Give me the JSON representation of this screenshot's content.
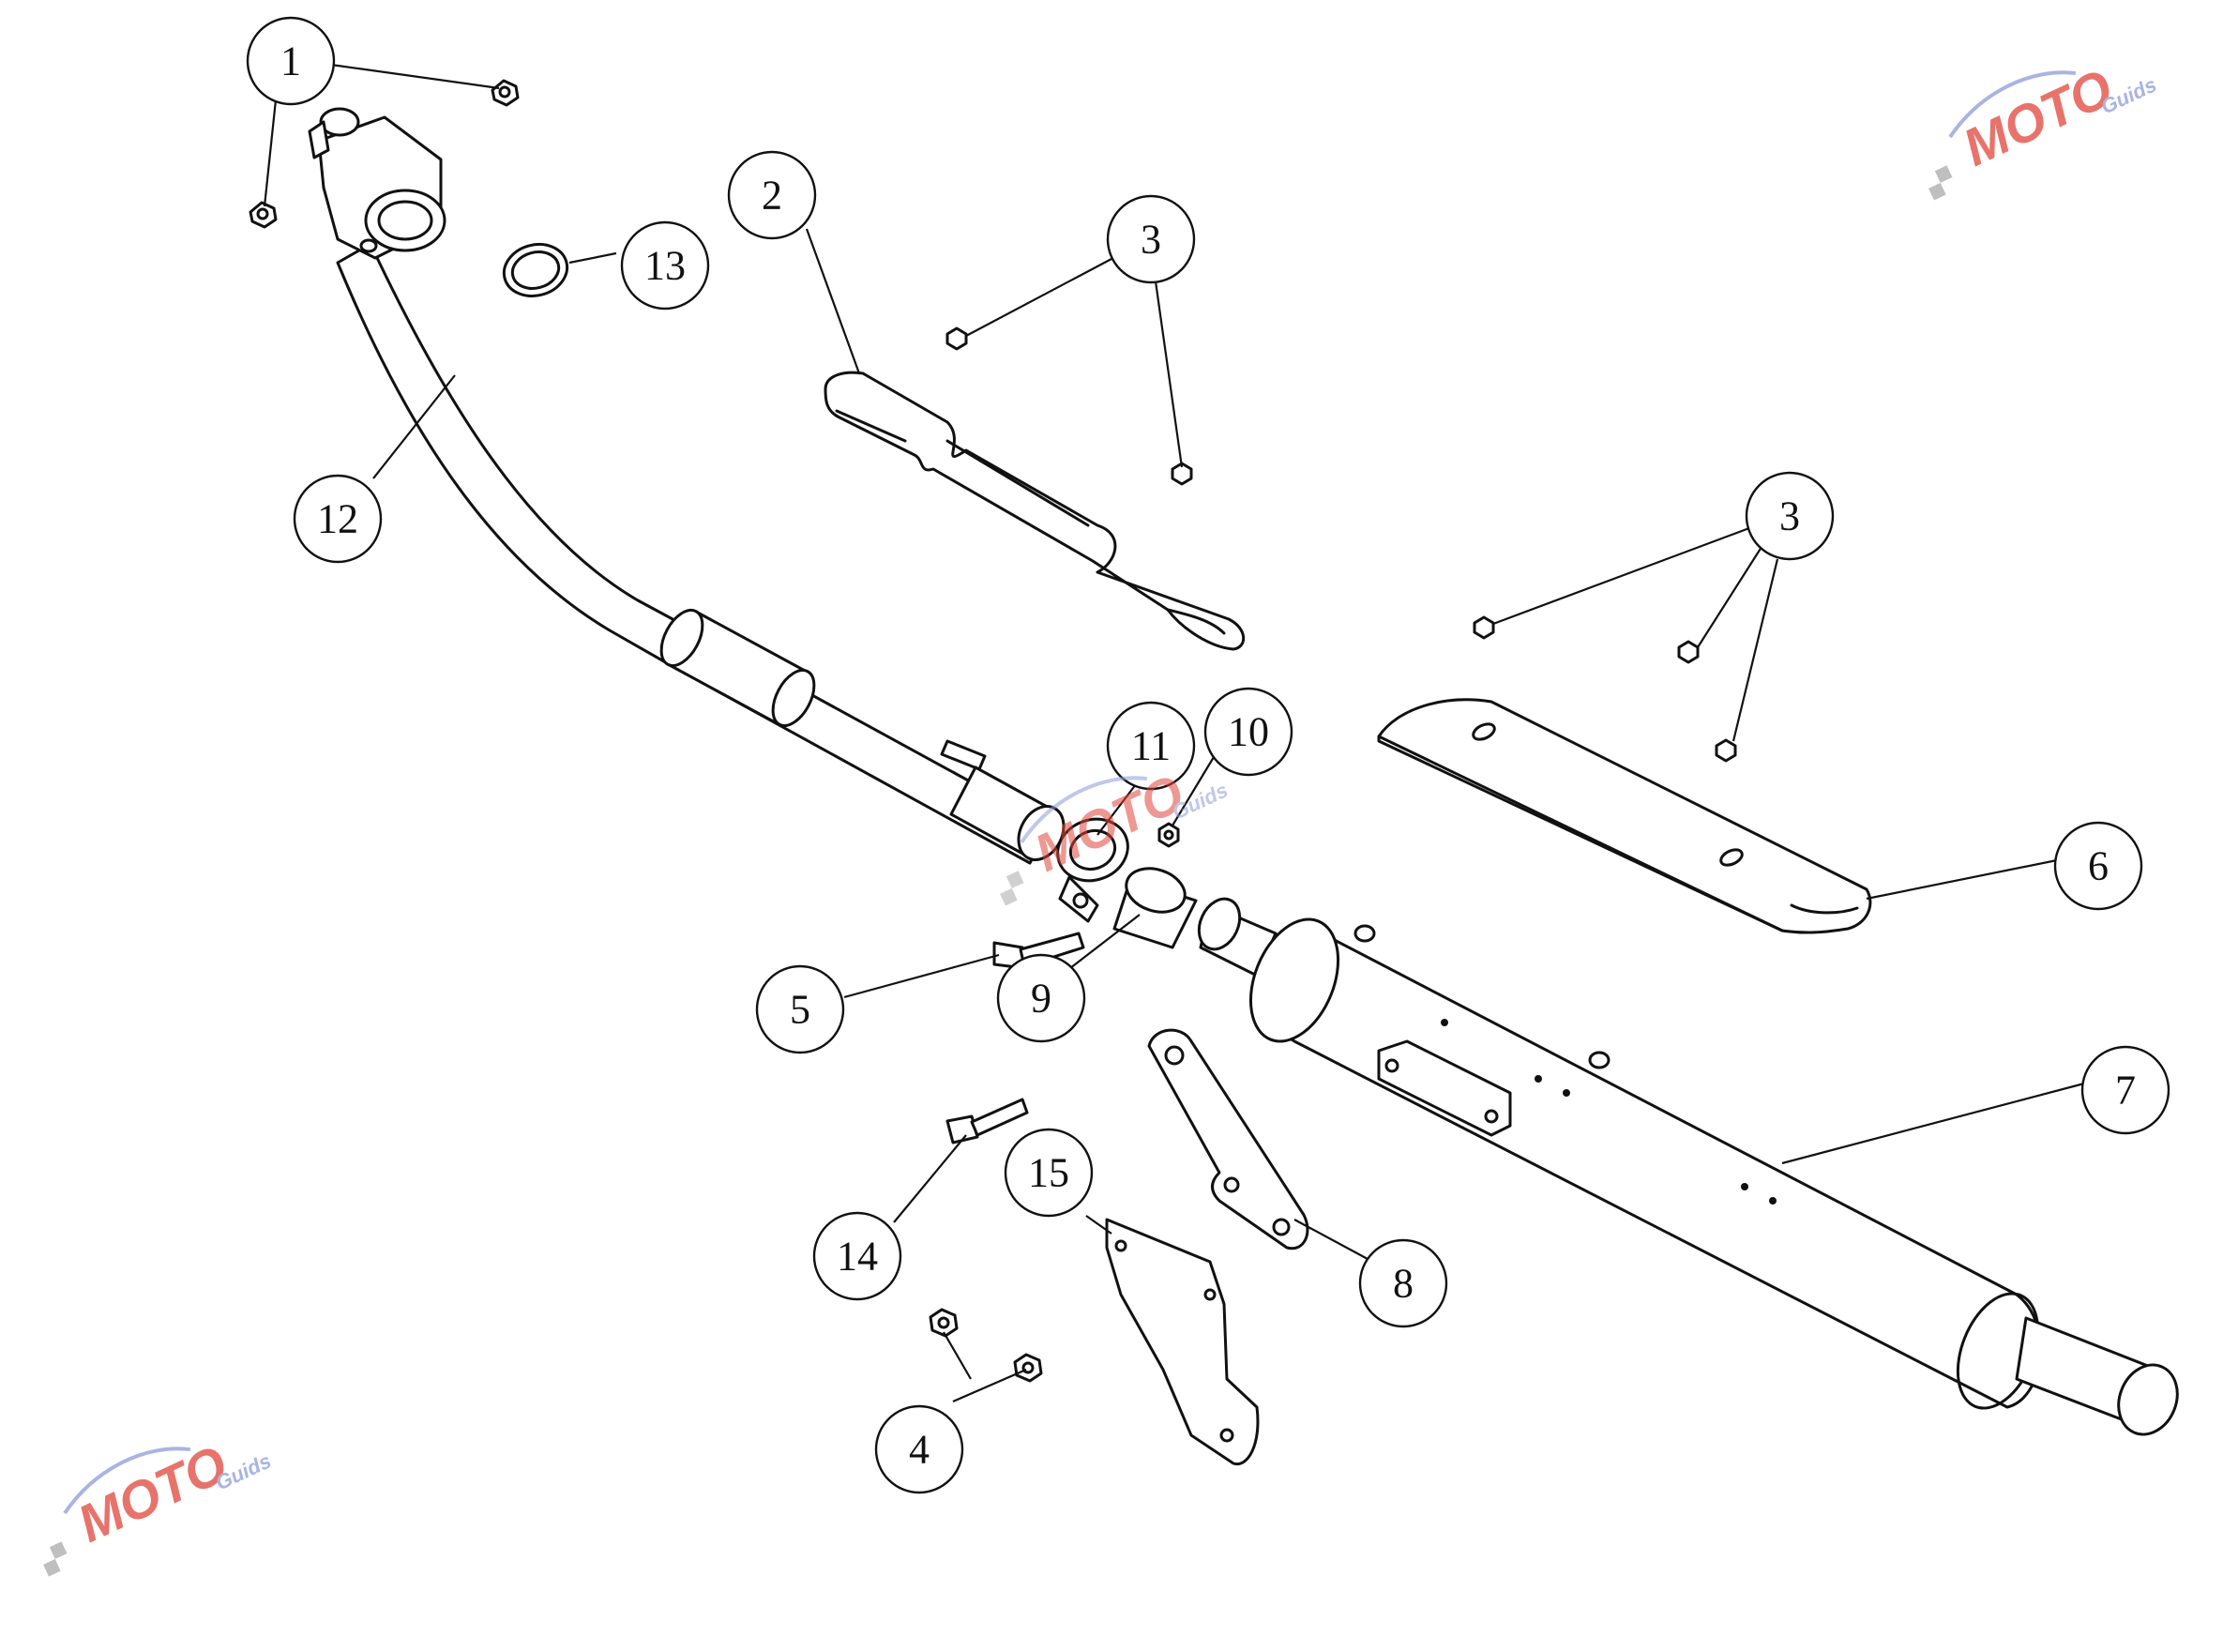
{
  "watermark": {
    "brand": "MOTO",
    "tagline": "Guids",
    "colors": {
      "red": "#e0453a",
      "blue": "#8d9bd9"
    }
  },
  "callouts": [
    {
      "label": "1"
    },
    {
      "label": "2"
    },
    {
      "label": "3"
    },
    {
      "label": "3"
    },
    {
      "label": "4"
    },
    {
      "label": "5"
    },
    {
      "label": "6"
    },
    {
      "label": "7"
    },
    {
      "label": "8"
    },
    {
      "label": "9"
    },
    {
      "label": "10"
    },
    {
      "label": "11"
    },
    {
      "label": "12"
    },
    {
      "label": "13"
    },
    {
      "label": "14"
    },
    {
      "label": "15"
    }
  ]
}
